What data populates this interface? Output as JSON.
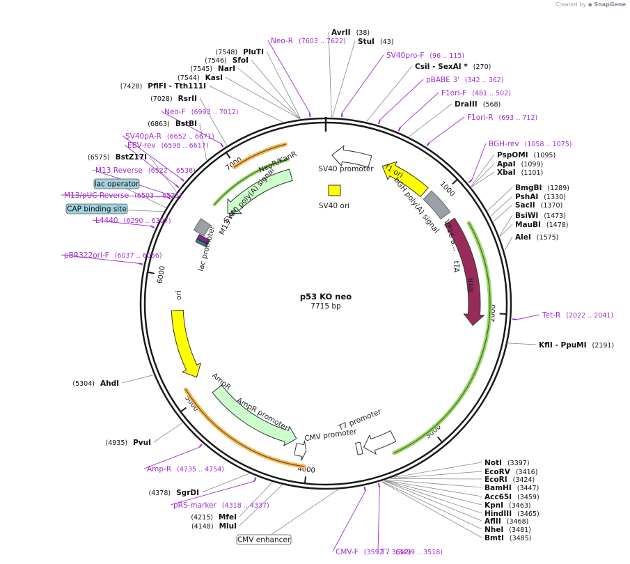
{
  "watermark": {
    "created_by": "Created by",
    "brand": "SnapGene"
  },
  "plasmid": {
    "name": "p53 KO neo",
    "length_label": "7715 bp",
    "length": 7715
  },
  "colors": {
    "backbone": "#1a1a1a",
    "primer": "#a12bd1",
    "enzyme_line": "#888888",
    "ori": "#ffff00",
    "resistance": "#ccffcc",
    "promoter": "#ffffff",
    "polyA": "#9aa0a6",
    "tetR": "#9a2a5c",
    "highlight_orange": "#f2b654",
    "highlight_green": "#9ed36b",
    "misc_box": "#9fd3de"
  },
  "ticks": [
    {
      "bp": 1000,
      "label": "1000"
    },
    {
      "bp": 2000,
      "label": "2000"
    },
    {
      "bp": 3000,
      "label": "3000"
    },
    {
      "bp": 4000,
      "label": "4000"
    },
    {
      "bp": 5000,
      "label": "5000"
    },
    {
      "bp": 6000,
      "label": "6000"
    },
    {
      "bp": 7000,
      "label": "7000"
    }
  ],
  "enzymes": [
    {
      "name": "AvrII",
      "pos": "(38)",
      "bp": 38,
      "side": "right",
      "row": 0
    },
    {
      "name": "StuI",
      "pos": "(43)",
      "bp": 43,
      "side": "right",
      "row": 1
    },
    {
      "name": "CsiI  - SexAI *",
      "pos": "(270)",
      "bp": 270,
      "side": "right",
      "row": 3
    },
    {
      "name": "DraIII",
      "pos": "(568)",
      "bp": 568,
      "side": "right",
      "row": 6
    },
    {
      "name": "PspOMI",
      "pos": "(1095)",
      "bp": 1095,
      "side": "right",
      "row": 9
    },
    {
      "name": "ApaI",
      "pos": "(1099)",
      "bp": 1099,
      "side": "right",
      "row": 10
    },
    {
      "name": "XbaI",
      "pos": "(1101)",
      "bp": 1101,
      "side": "right",
      "row": 11
    },
    {
      "name": "BmgBI",
      "pos": "(1289)",
      "bp": 1289,
      "side": "right",
      "row": 12
    },
    {
      "name": "PshAI",
      "pos": "(1330)",
      "bp": 1330,
      "side": "right",
      "row": 13
    },
    {
      "name": "SacII",
      "pos": "(1370)",
      "bp": 1370,
      "side": "right",
      "row": 14
    },
    {
      "name": "BsiWI",
      "pos": "(1473)",
      "bp": 1473,
      "side": "right",
      "row": 15
    },
    {
      "name": "MauBI",
      "pos": "(1478)",
      "bp": 1478,
      "side": "right",
      "row": 16
    },
    {
      "name": "AleI",
      "pos": "(1575)",
      "bp": 1575,
      "side": "right",
      "row": 17
    },
    {
      "name": "KflI  - PpuMI",
      "pos": "(2191)",
      "bp": 2191,
      "side": "right",
      "row": 19
    },
    {
      "name": "NotI",
      "pos": "(3397)",
      "bp": 3397,
      "side": "right",
      "row": 20
    },
    {
      "name": "EcoRV",
      "pos": "(3416)",
      "bp": 3416,
      "side": "right",
      "row": 21
    },
    {
      "name": "EcoRI",
      "pos": "(3424)",
      "bp": 3424,
      "side": "right",
      "row": 22
    },
    {
      "name": "BamHI",
      "pos": "(3447)",
      "bp": 3447,
      "side": "right",
      "row": 23
    },
    {
      "name": "Acc65I",
      "pos": "(3459)",
      "bp": 3459,
      "side": "right",
      "row": 24
    },
    {
      "name": "KpnI",
      "pos": "(3463)",
      "bp": 3463,
      "side": "right",
      "row": 25
    },
    {
      "name": "HindIII",
      "pos": "(3465)",
      "bp": 3465,
      "side": "right",
      "row": 26
    },
    {
      "name": "AflII",
      "pos": "(3468)",
      "bp": 3468,
      "side": "right",
      "row": 27
    },
    {
      "name": "NheI",
      "pos": "(3481)",
      "bp": 3481,
      "side": "right",
      "row": 28
    },
    {
      "name": "BmtI",
      "pos": "(3485)",
      "bp": 3485,
      "side": "right",
      "row": 29
    },
    {
      "name": "MluI",
      "pos": "(4148)",
      "bp": 4148,
      "side": "left",
      "row": 0
    },
    {
      "name": "MfeI",
      "pos": "(4215)",
      "bp": 4215,
      "side": "left",
      "row": 1
    },
    {
      "name": "SgrDI",
      "pos": "(4378)",
      "bp": 4378,
      "side": "left",
      "row": 2
    },
    {
      "name": "PvuI",
      "pos": "(4935)",
      "bp": 4935,
      "side": "left",
      "row": 3
    },
    {
      "name": "AhdI",
      "pos": "(5304)",
      "bp": 5304,
      "side": "left",
      "row": 4
    },
    {
      "name": "BstZ17I",
      "pos": "(6575)",
      "bp": 6575,
      "side": "left",
      "row": 5
    },
    {
      "name": "BstBI",
      "pos": "(6863)",
      "bp": 6863,
      "side": "left",
      "row": 6
    },
    {
      "name": "RsrII",
      "pos": "(7028)",
      "bp": 7028,
      "side": "left",
      "row": 7
    },
    {
      "name": "PflFI  - Tth111I",
      "pos": "(7428)",
      "bp": 7428,
      "side": "left",
      "row": 8
    },
    {
      "name": "KasI",
      "pos": "(7544)",
      "bp": 7544,
      "side": "left",
      "row": 9
    },
    {
      "name": "NarI",
      "pos": "(7545)",
      "bp": 7545,
      "side": "left",
      "row": 10
    },
    {
      "name": "SfoI",
      "pos": "(7546)",
      "bp": 7546,
      "side": "left",
      "row": 11
    },
    {
      "name": "PluTI",
      "pos": "(7548)",
      "bp": 7548,
      "side": "left",
      "row": 12
    }
  ],
  "primers": [
    {
      "name": "SV40pro-F",
      "pos": "(96 .. 115)",
      "bp": 105
    },
    {
      "name": "pBABE 3'",
      "pos": "(342 .. 362)",
      "bp": 352
    },
    {
      "name": "F1ori-F",
      "pos": "(481 .. 502)",
      "bp": 491
    },
    {
      "name": "F1ori-R",
      "pos": "(693 .. 712)",
      "bp": 702
    },
    {
      "name": "BGH-rev",
      "pos": "(1058 .. 1075)",
      "bp": 1066
    },
    {
      "name": "Tet-R",
      "pos": "(2022 .. 2041)",
      "bp": 2031
    },
    {
      "name": "T7",
      "pos": "(3499 .. 3518)",
      "bp": 3508
    },
    {
      "name": "CMV-F",
      "pos": "(3592 .. 3612)",
      "bp": 3602
    },
    {
      "name": "pRS-marker",
      "pos": "(4318 .. 4337)",
      "bp": 4327
    },
    {
      "name": "Amp-R",
      "pos": "(4735 .. 4754)",
      "bp": 4744
    },
    {
      "name": "pBR322ori-F",
      "pos": "(6037 .. 6056)",
      "bp": 6046
    },
    {
      "name": "L4440",
      "pos": "(6290 .. 6307)",
      "bp": 6298
    },
    {
      "name": "M13/pUC Reverse",
      "pos": "(6503 .. 6525)",
      "bp": 6514
    },
    {
      "name": "M13 Reverse",
      "pos": "(6522 .. 6538)",
      "bp": 6530
    },
    {
      "name": "EBV-rev",
      "pos": "(6598 .. 6617)",
      "bp": 6607
    },
    {
      "name": "SV40pA-R",
      "pos": "(6652 .. 6671)",
      "bp": 6661
    },
    {
      "name": "Neo-F",
      "pos": "(6993 .. 7012)",
      "bp": 7002
    },
    {
      "name": "Neo-R",
      "pos": "(7603 .. 7622)",
      "bp": 7612
    }
  ],
  "features": [
    {
      "name": "SV40 promoter",
      "kind": "promoter",
      "start": 0,
      "end": 330,
      "dir": -1,
      "ring": 0
    },
    {
      "name": "f1 ori",
      "kind": "ori",
      "start": 470,
      "end": 900,
      "dir": -1,
      "ring": 0
    },
    {
      "name": "bGH poly(A) signal",
      "kind": "polyA",
      "start": 925,
      "end": 1150,
      "dir": 0,
      "ring": 0
    },
    {
      "name": "tTA",
      "kind": "tta",
      "start": 1300,
      "end": 3300,
      "dir": 1,
      "ring": 1
    },
    {
      "name": "TetR",
      "kind": "tetR",
      "start": 1330,
      "end": 2030,
      "dir": 1,
      "ring": 0
    },
    {
      "name": "VP16 a...",
      "kind": "vp16",
      "start": 1200,
      "end": 1330,
      "dir": 0,
      "ring": 0
    },
    {
      "name": "T7 promoter",
      "kind": "promoter",
      "start": 3480,
      "end": 3500,
      "dir": 1,
      "ring": 0
    },
    {
      "name": "CMV promoter",
      "kind": "promoter",
      "start": 3270,
      "end": 3560,
      "dir": 1,
      "ring": 0
    },
    {
      "name": "CMV enhancer",
      "kind": "enhancer",
      "start": 3560,
      "end": 3940,
      "dir": 0,
      "ring": 0
    },
    {
      "name": "AmpR promoter",
      "kind": "promoter",
      "start": 4010,
      "end": 4110,
      "dir": -1,
      "ring": 0
    },
    {
      "name": "AmpR",
      "kind": "resistance",
      "start": 4110,
      "end": 4970,
      "dir": -1,
      "ring": 0
    },
    {
      "name": "ori",
      "kind": "ori",
      "start": 5140,
      "end": 5730,
      "dir": -1,
      "ring": 0
    },
    {
      "name": "lac promoter",
      "kind": "promoter",
      "start": 6290,
      "end": 6320,
      "dir": 0,
      "ring": 0
    },
    {
      "name": "M13 rev",
      "kind": "m13",
      "start": 6335,
      "end": 6350,
      "dir": 0,
      "ring": 0
    },
    {
      "name": "SV40 poly(A) signal",
      "kind": "polyA",
      "start": 6380,
      "end": 6480,
      "dir": 0,
      "ring": 0
    },
    {
      "name": "NeoR/KanR",
      "kind": "resistance",
      "start": 6600,
      "end": 7420,
      "dir": -1,
      "ring": 0
    },
    {
      "name": "SV40 ori",
      "kind": "ori-box",
      "start": 180,
      "end": 260,
      "dir": 0,
      "ring": 0
    }
  ],
  "boxed_labels": [
    {
      "name": "lac operator"
    },
    {
      "name": "CAP binding site"
    },
    {
      "name": "CMV enhancer"
    }
  ]
}
